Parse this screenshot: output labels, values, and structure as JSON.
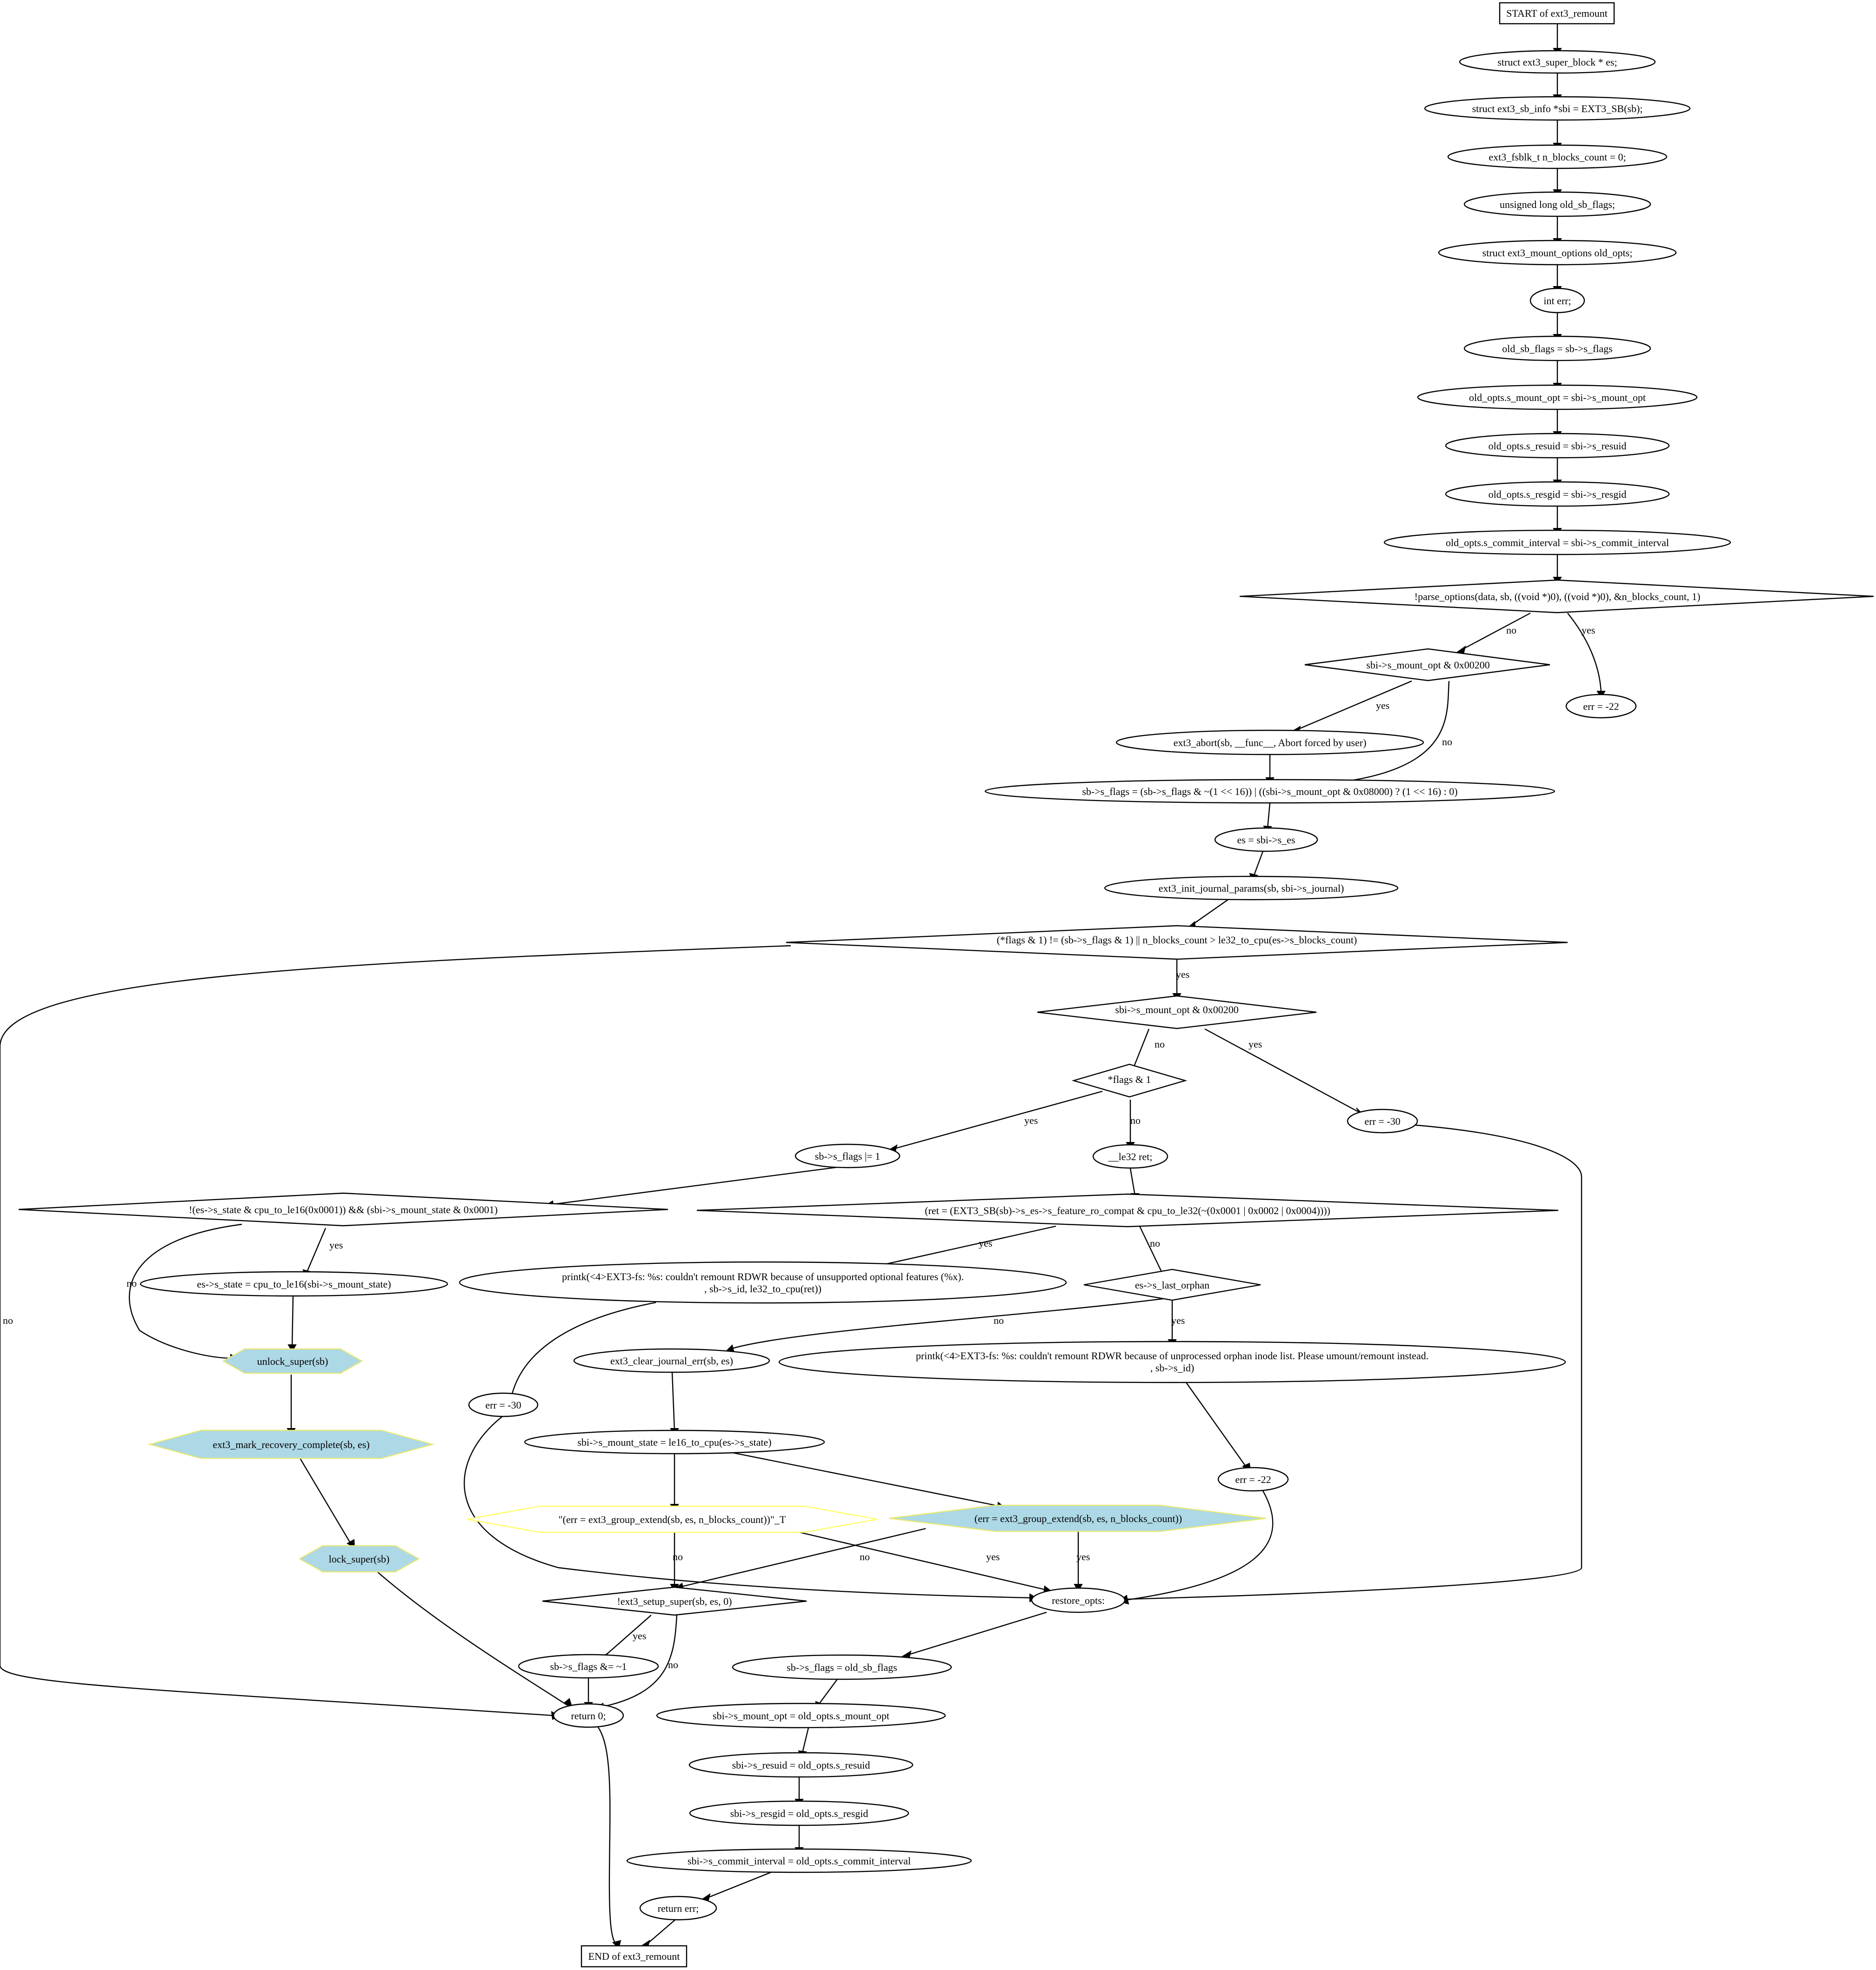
{
  "nodes": [
    {
      "id": "start",
      "label": "START of ext3_remount"
    },
    {
      "id": "n1",
      "label": "struct ext3_super_block * es;"
    },
    {
      "id": "n2",
      "label": "struct ext3_sb_info *sbi = EXT3_SB(sb);"
    },
    {
      "id": "n3",
      "label": "ext3_fsblk_t n_blocks_count = 0;"
    },
    {
      "id": "n4",
      "label": "unsigned long old_sb_flags;"
    },
    {
      "id": "n5",
      "label": "struct ext3_mount_options old_opts;"
    },
    {
      "id": "n6",
      "label": "int err;"
    },
    {
      "id": "n7",
      "label": "old_sb_flags = sb->s_flags"
    },
    {
      "id": "n8",
      "label": "old_opts.s_mount_opt = sbi->s_mount_opt"
    },
    {
      "id": "n9",
      "label": "old_opts.s_resuid = sbi->s_resuid"
    },
    {
      "id": "n10",
      "label": "old_opts.s_resgid = sbi->s_resgid"
    },
    {
      "id": "n11",
      "label": "old_opts.s_commit_interval = sbi->s_commit_interval"
    },
    {
      "id": "d1",
      "label": "!parse_options(data, sb, ((void *)0), ((void *)0), &n_blocks_count, 1)"
    },
    {
      "id": "d2",
      "label": "sbi->s_mount_opt & 0x00200"
    },
    {
      "id": "e22a",
      "label": "err = -22"
    },
    {
      "id": "n12",
      "label": "ext3_abort(sb, __func__, Abort forced by user)"
    },
    {
      "id": "n13",
      "label": "sb->s_flags = (sb->s_flags & ~(1 << 16)) | ((sbi->s_mount_opt & 0x08000) ? (1 << 16) : 0)"
    },
    {
      "id": "n14",
      "label": "es = sbi->s_es"
    },
    {
      "id": "n15",
      "label": "ext3_init_journal_params(sb, sbi->s_journal)"
    },
    {
      "id": "d3",
      "label": "(*flags & 1) != (sb->s_flags & 1) || n_blocks_count > le32_to_cpu(es->s_blocks_count)"
    },
    {
      "id": "d4",
      "label": "sbi->s_mount_opt & 0x00200"
    },
    {
      "id": "d5",
      "label": "*flags & 1"
    },
    {
      "id": "e30a",
      "label": "err = -30"
    },
    {
      "id": "n16",
      "label": "sb->s_flags |= 1"
    },
    {
      "id": "n17",
      "label": "__le32 ret;"
    },
    {
      "id": "d6",
      "label": "!(es->s_state & cpu_to_le16(0x0001)) && (sbi->s_mount_state & 0x0001)"
    },
    {
      "id": "d7",
      "label": "(ret = (EXT3_SB(sb)->s_es->s_feature_ro_compat & cpu_to_le32(~(0x0001 | 0x0002 | 0x0004))))"
    },
    {
      "id": "n18",
      "label": "es->s_state = cpu_to_le16(sbi->s_mount_state)"
    },
    {
      "id": "n19a",
      "label": "printk(<4>EXT3-fs: %s: couldn't remount RDWR because of unsupported optional features (%x)."
    },
    {
      "id": "n19b",
      "label": ", sb->s_id, le32_to_cpu(ret))"
    },
    {
      "id": "d8",
      "label": "es->s_last_orphan"
    },
    {
      "id": "c1",
      "label": "unlock_super(sb)"
    },
    {
      "id": "e30b",
      "label": "err = -30"
    },
    {
      "id": "n20",
      "label": "ext3_clear_journal_err(sb, es)"
    },
    {
      "id": "n21a",
      "label": "printk(<4>EXT3-fs: %s: couldn't remount RDWR because of unprocessed orphan inode list.  Please umount/remount instead."
    },
    {
      "id": "n21b",
      "label": ", sb->s_id)"
    },
    {
      "id": "c2",
      "label": "ext3_mark_recovery_complete(sb, es)"
    },
    {
      "id": "n22",
      "label": "sbi->s_mount_state = le16_to_cpu(es->s_state)"
    },
    {
      "id": "e22b",
      "label": "err = -22"
    },
    {
      "id": "c3alt",
      "label": "\"(err = ext3_group_extend(sb, es, n_blocks_count))\"_T"
    },
    {
      "id": "c3",
      "label": "(err = ext3_group_extend(sb, es, n_blocks_count))"
    },
    {
      "id": "c4",
      "label": "lock_super(sb)"
    },
    {
      "id": "d9",
      "label": "!ext3_setup_super(sb, es, 0)"
    },
    {
      "id": "n23",
      "label": "restore_opts:"
    },
    {
      "id": "n24",
      "label": "sb->s_flags &= ~1"
    },
    {
      "id": "n25",
      "label": "sb->s_flags = old_sb_flags"
    },
    {
      "id": "r0",
      "label": "return 0;"
    },
    {
      "id": "n26",
      "label": "sbi->s_mount_opt = old_opts.s_mount_opt"
    },
    {
      "id": "n27",
      "label": "sbi->s_resuid = old_opts.s_resuid"
    },
    {
      "id": "n28",
      "label": "sbi->s_resgid = old_opts.s_resgid"
    },
    {
      "id": "n29",
      "label": "sbi->s_commit_interval = old_opts.s_commit_interval"
    },
    {
      "id": "rerr",
      "label": "return err;"
    },
    {
      "id": "end",
      "label": "END of ext3_remount"
    }
  ],
  "edge_labels": {
    "yes": "yes",
    "no": "no"
  },
  "colors": {
    "call_fill": "#add8e6",
    "call_stroke": "#e8e874",
    "alt_stroke": "#ffff66",
    "line": "#000000"
  }
}
